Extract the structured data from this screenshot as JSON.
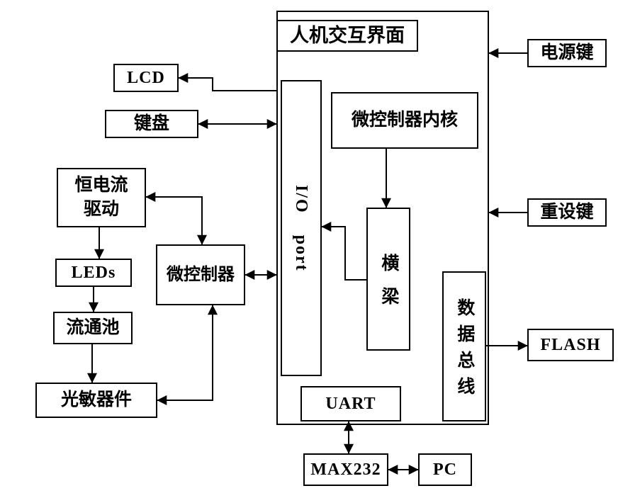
{
  "title": "人机交互界面",
  "nodes": {
    "lcd": "LCD",
    "keyboard": "键盘",
    "constant_current_drive": "恒电流\n驱动",
    "leds": "LEDs",
    "flow_cell": "流通池",
    "photosensitive_device": "光敏器件",
    "microcontroller": "微控制器",
    "io_port": "I/O port",
    "mcu_core": "微控制器内核",
    "crossbeam": "横梁",
    "data_bus": "数据总线",
    "uart": "UART",
    "power_key": "电源键",
    "reset_key": "重设键",
    "flash": "FLASH",
    "max232": "MAX232",
    "pc": "PC"
  },
  "colors": {
    "line": "#000000",
    "background": "#ffffff"
  }
}
